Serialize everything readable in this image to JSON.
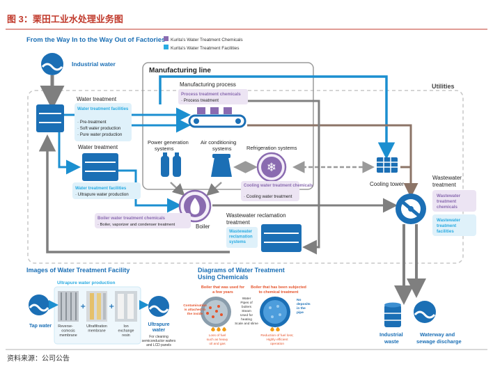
{
  "figure": {
    "caption": "图 3：栗田工业水处理业务图",
    "source": "资料来源：公司公告"
  },
  "header": {
    "title": "From the Way In to the Way Out of Factories",
    "legend": [
      {
        "label": "Kurita's Water Treatment Chemicals",
        "color": "#8a6bb0"
      },
      {
        "label": "Kurita's Water Treatment Facilities",
        "color": "#29abe2"
      }
    ]
  },
  "colors": {
    "blue": "#1b6fb5",
    "cyan": "#29abe2",
    "purple": "#8a6bb0",
    "gray": "#7f7f7f",
    "brown": "#8c7467",
    "caption_red": "#c0392b"
  },
  "nodes": {
    "industrial_water": "Industrial water",
    "manufacturing_line": "Manufacturing line",
    "utilities": "Utilities",
    "water_treatment_1": {
      "title": "Water treatment",
      "box_title": "Water treatment facilities",
      "items": [
        "Pre-treatment",
        "Soft water production",
        "Pure water production"
      ]
    },
    "water_treatment_2": {
      "title": "Water treatment",
      "box_title": "Water treatment facilities",
      "items": [
        "Ultrapure water production"
      ]
    },
    "manufacturing_process": {
      "title": "Manufacturing process",
      "box_title": "Process treatment chemicals",
      "items": [
        "Process treatment"
      ]
    },
    "power_generation": [
      "Power generation",
      "systems"
    ],
    "air_conditioning": [
      "Air conditioning",
      "systems"
    ],
    "refrigeration": "Refrigeration systems",
    "cooling_chem": {
      "box_title": "Cooling water treatment chemicals",
      "items": [
        "Cooling water treatment"
      ]
    },
    "cooling_tower": "Cooling tower",
    "boiler": "Boiler",
    "boiler_chem": {
      "box_title": "Boiler water treatment chemicals",
      "items": [
        "Boiler, vaporizer and condenser treatment"
      ]
    },
    "wastewater_reclamation": {
      "title": [
        "Wastewater reclamation",
        "treatment"
      ],
      "box_title": [
        "Wastewater",
        "reclamation",
        "systems"
      ]
    },
    "wastewater_treatment": {
      "title": [
        "Wastewater",
        "treatment"
      ],
      "chem_box": [
        "Wastewater",
        "treatment",
        "chemicals"
      ],
      "facility_box": [
        "Wastewater",
        "treatment",
        "facilities"
      ]
    },
    "industrial_waste": [
      "Industrial",
      "waste"
    ],
    "waterway": [
      "Waterway and",
      "sewage discharge"
    ]
  },
  "images_section": {
    "title": "Images of Water Treatment Facility",
    "subtitle": "Ultrapure water production",
    "tap_water": "Tap water",
    "steps": [
      [
        "Reverse-",
        "osmosis",
        "membrane"
      ],
      [
        "Ultrafiltration",
        "membrane"
      ],
      [
        "Ion",
        "exchange",
        "resin"
      ]
    ],
    "ultrapure": [
      "Ultrapure",
      "water"
    ],
    "ultrapure_note": [
      "For cleaning",
      "semiconductor wafers",
      "and LCD panels"
    ]
  },
  "diagrams_section": {
    "title": [
      "Diagrams of Water Treatment",
      "Using Chemicals"
    ],
    "left_title": [
      "Boiler that was used for",
      "a few years"
    ],
    "right_title": [
      "Boiler that has been subjected",
      "to chemical treatment"
    ],
    "left_note": [
      "Contamination",
      "is attached to",
      "the inside"
    ],
    "center_labels": [
      "Water",
      "Pipes of",
      "boilers",
      "Steam",
      "Used for",
      "heating",
      "Scale and slime"
    ],
    "right_note": [
      "No",
      "deposits",
      "in the",
      "pipe"
    ],
    "left_bottom": [
      "Loss of fuel",
      "such as heavy",
      "oil and gas"
    ],
    "right_bottom": [
      "Reduction of fuel loss;",
      "Highly efficient",
      "operation"
    ]
  }
}
